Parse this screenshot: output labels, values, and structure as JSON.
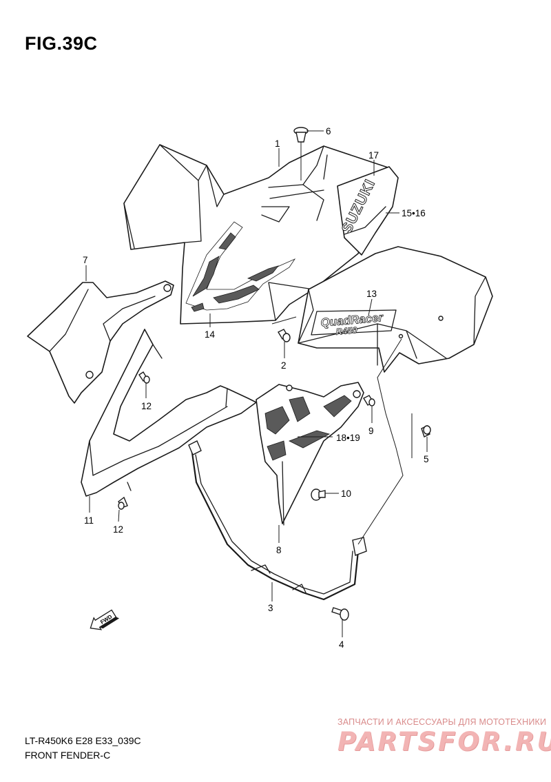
{
  "figure": {
    "title": "FIG.39C"
  },
  "footer": {
    "code": "LT-R450K6 E28 E33_039C",
    "name": "FRONT FENDER-C"
  },
  "watermark": {
    "tagline": "ЗАПЧАСТИ И АКСЕССУАРЫ ДЛЯ МОТОТЕХНИКИ",
    "brand": "PARTSFOR.RU",
    "color": "#f2b4b4"
  },
  "decals": {
    "brand": "SUZUKI",
    "model_line1": "QuadRacer",
    "model_line2": "R450"
  },
  "direction_marker": {
    "label": "FWD",
    "icon": "arrow-icon"
  },
  "callouts": {
    "p1": "1",
    "p2": "2",
    "p3": "3",
    "p4": "4",
    "p5": "5",
    "p6": "6",
    "p7": "7",
    "p8": "8",
    "p9": "9",
    "p10": "10",
    "p11": "11",
    "p12a": "12",
    "p12b": "12",
    "p13": "13",
    "p14": "14",
    "p15_16": "15•16",
    "p17": "17",
    "p18_19": "18•19"
  }
}
